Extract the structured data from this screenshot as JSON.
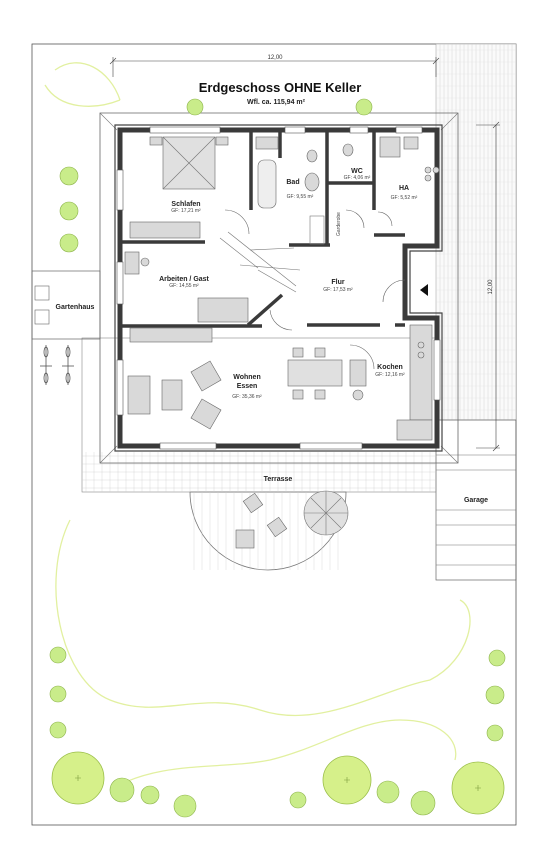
{
  "title": "Erdgeschoss OHNE Keller",
  "subtitle": "Wfl. ca. 115,94  m²",
  "dimensions": {
    "horizontal": "12,00",
    "vertical": "12,00"
  },
  "rooms": {
    "schlafen": {
      "name": "Schlafen",
      "area": "GF: 17,21 m²"
    },
    "bad": {
      "name": "Bad",
      "area": "GF: 9,55 m²"
    },
    "wc": {
      "name": "WC",
      "area": "GF: 4,06 m²"
    },
    "ha": {
      "name": "HA",
      "area": "GF: 5,52 m²"
    },
    "arbeiten": {
      "name": "Arbeiten / Gast",
      "area": "GF: 14,55 m²"
    },
    "flur": {
      "name": "Flur",
      "area": "GF: 17,53 m²"
    },
    "garderobe": {
      "name": "Garderobe"
    },
    "wohnen": {
      "name": "Wohnen",
      "name2": "Essen",
      "area": "GF: 35,36 m²"
    },
    "kochen": {
      "name": "Kochen",
      "area": "GF: 12,16 m²"
    }
  },
  "outside": {
    "gartenhaus": "Gartenhaus",
    "terrasse": "Terrasse",
    "garage": "Garage"
  },
  "colors": {
    "wall": "#3a3a3a",
    "greenery": "#d6f08a",
    "path": "#e2f0a0"
  }
}
